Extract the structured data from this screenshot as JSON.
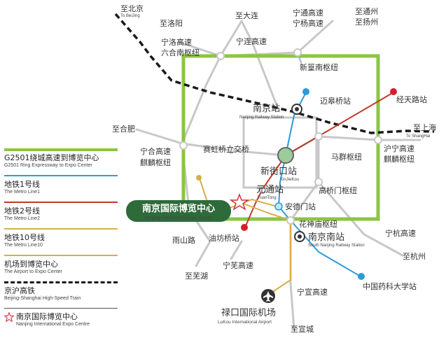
{
  "colors": {
    "ring": "#8cc63f",
    "road": "#c8c8c8",
    "metro1": "#2b9cd8",
    "metro2": "#c0392b",
    "metro10": "#d4b04a",
    "airport": "#2a2a2a",
    "hsr": "#1a1a1a",
    "expo_green": "#2e6b3a"
  },
  "labels": {
    "to_beijing_cn": "至北京",
    "to_beijing_en": "To BeiJing",
    "to_luoyang": "至洛阳",
    "to_dalian": "至大连",
    "ningtong_1": "宁通高速",
    "ningtong_2": "宁杨高速",
    "to_tongzhou": "至通州",
    "to_yangzhou": "至扬州",
    "ningluo_1": "宁洛高速",
    "ningluo_2": "六合南枢纽",
    "ninglian": "宁连高速",
    "xinhuangnan": "新篁南枢纽",
    "maigaoqiao": "迈皋桥站",
    "nanjing_station_cn": "南京站",
    "nanjing_station_en": "Nanjing Railway Station",
    "jingtianlu": "经天路站",
    "to_shanghai_cn": "至上海",
    "to_shanghai_en": "To ShangHai",
    "to_hefei": "至合肥",
    "ningtonghu_1": "宁合高速",
    "ningtonghu_2": "麒麟枢纽",
    "saihongqiao": "赛虹桥立交桥",
    "xinjiekou_cn": "新街口站",
    "xinjiekou_en": "XinJieKou",
    "maqun": "马群枢纽",
    "huning_1": "沪宁高速",
    "huning_2": "麒麟枢纽",
    "yuantong_cn": "元通站",
    "yuantong_en": "YuanTong",
    "gaoqiaomen": "高桥门枢纽",
    "andemen": "安德门站",
    "expo_cn": "南京国际博览中心",
    "expo_en": "Nanjing International Expo Centre",
    "huashenmiao": "花神庙枢纽",
    "nanjing_south_cn": "南京南站",
    "nanjing_south_en": "South Nanjing Railway Station",
    "yushanlu": "雨山路",
    "youfangqiao": "油坊桥站",
    "ninghang": "宁杭高速",
    "to_hangzhou": "至杭州",
    "to_wuhu": "至芜湖",
    "ningwu": "宁芜高速",
    "cpu": "中国药科大学站",
    "ningxuan": "宁宣高速",
    "lukou_cn": "禄口国际机场",
    "lukou_en": "LuKou International Airport",
    "to_xuancheng": "至宣城"
  },
  "legend": {
    "items": [
      {
        "cn": "G2501绕城高速到博览中心",
        "en": "G2501 Ring Expressway to Expo Center",
        "line": "ring"
      },
      {
        "cn": "地铁1号线",
        "en": "The Metro Line1",
        "line": "metro1"
      },
      {
        "cn": "地铁2号线",
        "en": "The Metro Line2",
        "line": "metro2"
      },
      {
        "cn": "地铁10号线",
        "en": "The Metro Line10",
        "line": "metro10"
      },
      {
        "cn": "机场到博览中心",
        "en": "The Airport to Expo Center",
        "line": "airport"
      },
      {
        "cn": "京沪高铁",
        "en": "Beijing-Shanghai High-Speed Train",
        "line": "hsr"
      },
      {
        "cn": "南京国际博览中心",
        "en": "Nanjing International Expo Centre",
        "line": "star"
      }
    ]
  }
}
